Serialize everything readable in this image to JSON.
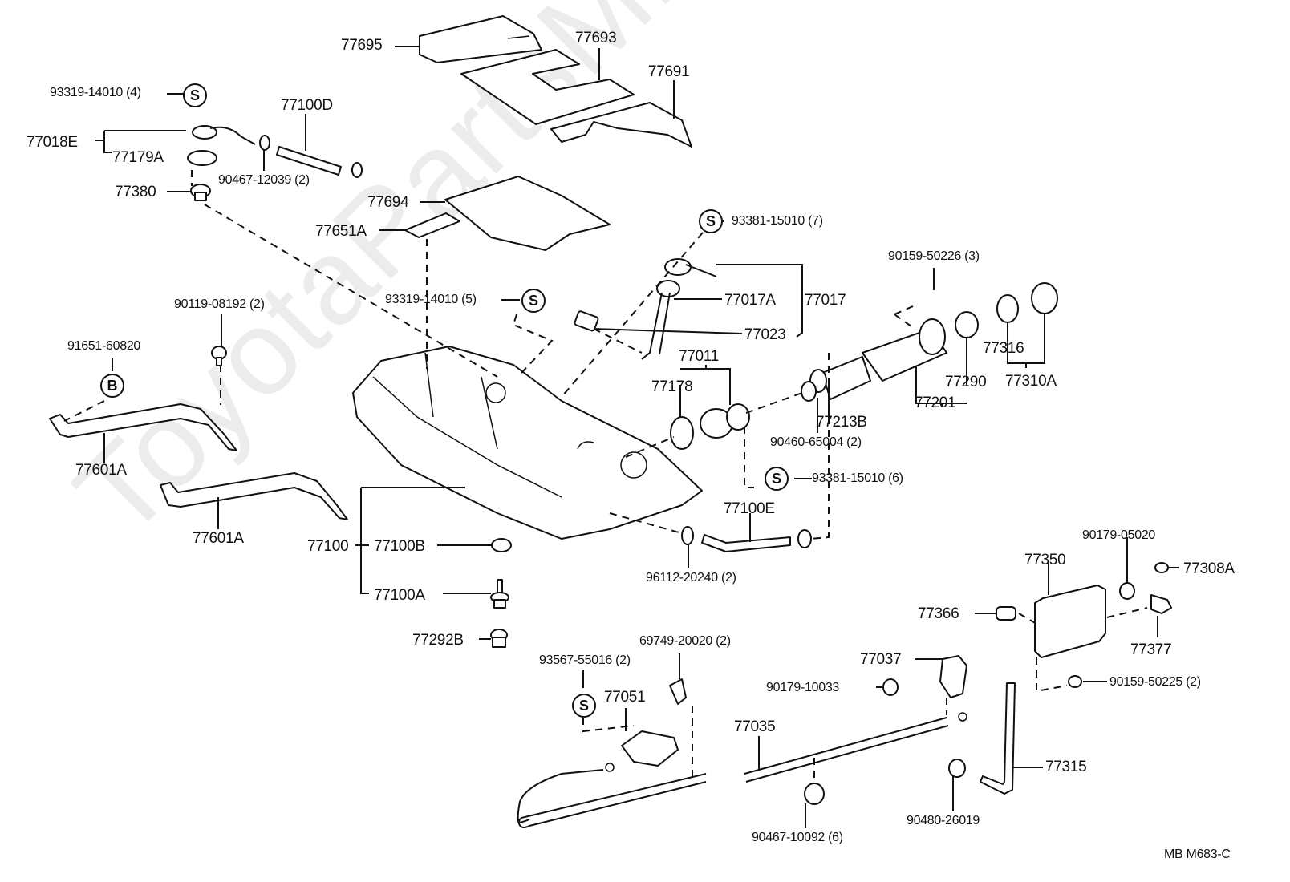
{
  "diagram": {
    "title": "Fuel Tank & Tube",
    "watermark": "ToyotaPartsMine.ru",
    "footer_code": "MB  M683-C",
    "symbols": {
      "s": "S",
      "b": "B"
    },
    "labels": {
      "p77695": "77695",
      "p77693": "77693",
      "p77691": "77691",
      "p93319_4": "93319-14010 (4)",
      "p77100D": "77100D",
      "p77018E": "77018E",
      "p77179A": "77179A",
      "p90467_12039": "90467-12039 (2)",
      "p77380": "77380",
      "p77694": "77694",
      "p77651A": "77651A",
      "p93381_7": "93381-15010 (7)",
      "p90159_50226": "90159-50226 (3)",
      "p93319_5": "93319-14010 (5)",
      "p77017A": "77017A",
      "p77017": "77017",
      "p77023": "77023",
      "p90119": "90119-08192 (2)",
      "p91651": "91651-60820",
      "p77316": "77316",
      "p77011": "77011",
      "p77178": "77178",
      "p77290": "77290",
      "p77310A": "77310A",
      "p77201": "77201",
      "p77213B": "77213B",
      "p90460": "90460-65004 (2)",
      "p77601A_1": "77601A",
      "p93381_6": "93381-15010 (6)",
      "p77601A_2": "77601A",
      "p77100E": "77100E",
      "p77100": "77100",
      "p77100B": "77100B",
      "p96112": "96112-20240 (2)",
      "p90179_05020": "90179-05020",
      "p77350": "77350",
      "p77308A": "77308A",
      "p77100A": "77100A",
      "p77366": "77366",
      "p77292B": "77292B",
      "p69749": "69749-20020 (2)",
      "p77037": "77037",
      "p77377": "77377",
      "p93567": "93567-55016 (2)",
      "p77051": "77051",
      "p90179_10033": "90179-10033",
      "p90159_50225": "90159-50225 (2)",
      "p77035": "77035",
      "p77315": "77315",
      "p90480": "90480-26019",
      "p90467_10092": "90467-10092 (6)"
    }
  }
}
